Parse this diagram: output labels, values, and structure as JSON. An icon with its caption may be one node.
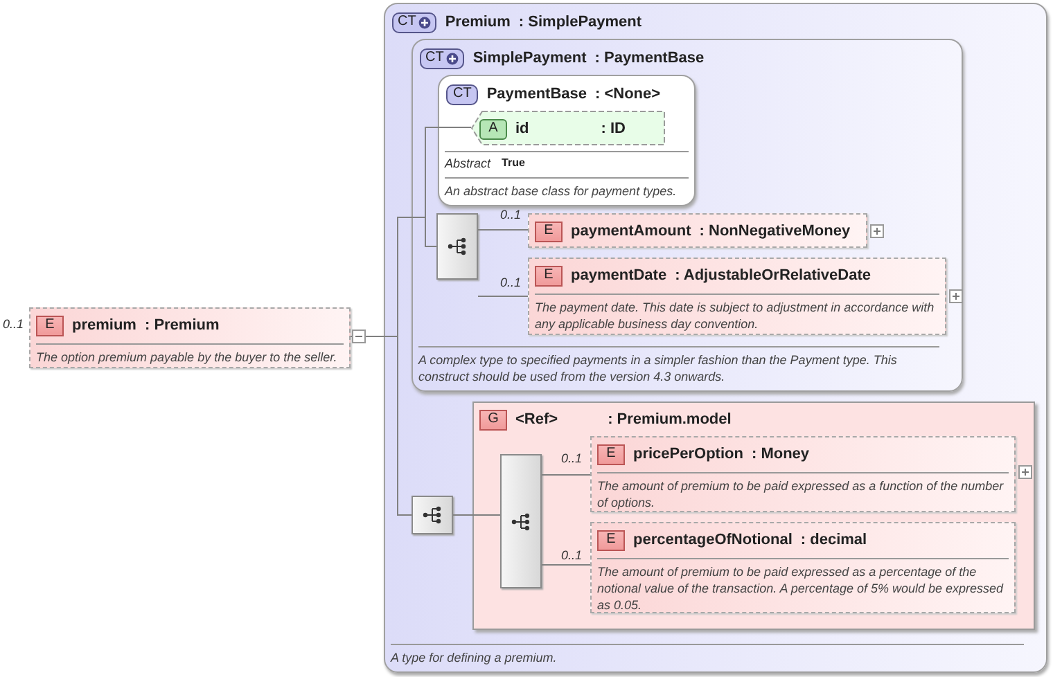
{
  "diagram": {
    "nodes": [
      {
        "text": [
          "E",
          "premium",
          ": Premium",
          "The option premium payable by the buyer to the seller."
        ],
        "beside": [
          "0..1"
        ]
      },
      {
        "text": [
          "CT",
          "Premium",
          ": SimplePayment",
          "A type for defining a premium."
        ]
      },
      {
        "text": [
          "CT",
          "SimplePayment",
          ": PaymentBase",
          "A complex type to specified payments in a simpler fashion than the Payment type. This construct should be used from the version 4.3 onwards."
        ],
        "in": 1
      },
      {
        "text": [
          "CT",
          "PaymentBase",
          ": <None>",
          "Abstract",
          "True",
          "An abstract base class for payment types."
        ],
        "in": 2
      },
      {
        "text": [
          "A",
          "id",
          ": ID"
        ],
        "in": 3
      },
      {
        "text": [],
        "shape": "box",
        "in": 2
      },
      {
        "text": [
          "E",
          "paymentAmount",
          ": NonNegativeMoney"
        ],
        "in": 2,
        "beside": [
          "0..1"
        ]
      },
      {
        "text": [
          "E",
          "paymentDate",
          ": AdjustableOrRelativeDate",
          "The payment date. This date is subject to adjustment in accordance with any applicable business day convention."
        ],
        "in": 2,
        "beside": [
          "0..1"
        ]
      },
      {
        "text": [],
        "shape": "box",
        "in": 1
      },
      {
        "text": [
          "G",
          "<Ref>",
          ": Premium.model"
        ],
        "in": 1
      },
      {
        "text": [],
        "shape": "box",
        "in": 9
      },
      {
        "text": [
          "E",
          "pricePerOption",
          ": Money",
          "The amount of premium to be paid expressed as a function of the number of options."
        ],
        "in": 9,
        "beside": [
          "0..1"
        ]
      },
      {
        "text": [
          "E",
          "percentageOfNotional",
          ": decimal",
          "The amount of premium to be paid expressed as a percentage of the notional value of the transaction. A percentage of 5% would be expressed as 0.05."
        ],
        "in": 9,
        "beside": [
          "0..1"
        ]
      }
    ],
    "edges": [
      {
        "from": 0,
        "to": 4,
        "arrow": "none"
      },
      {
        "from": 0,
        "to": 5,
        "arrow": "none"
      },
      {
        "from": 0,
        "to": 8,
        "arrow": "none"
      },
      {
        "from": 5,
        "to": 6,
        "arrow": "none"
      },
      {
        "from": 5,
        "to": 7,
        "arrow": "none"
      },
      {
        "from": 8,
        "to": 10,
        "arrow": "none"
      },
      {
        "from": 10,
        "to": 11,
        "arrow": "none"
      },
      {
        "from": 10,
        "to": 12,
        "arrow": "none"
      }
    ]
  }
}
